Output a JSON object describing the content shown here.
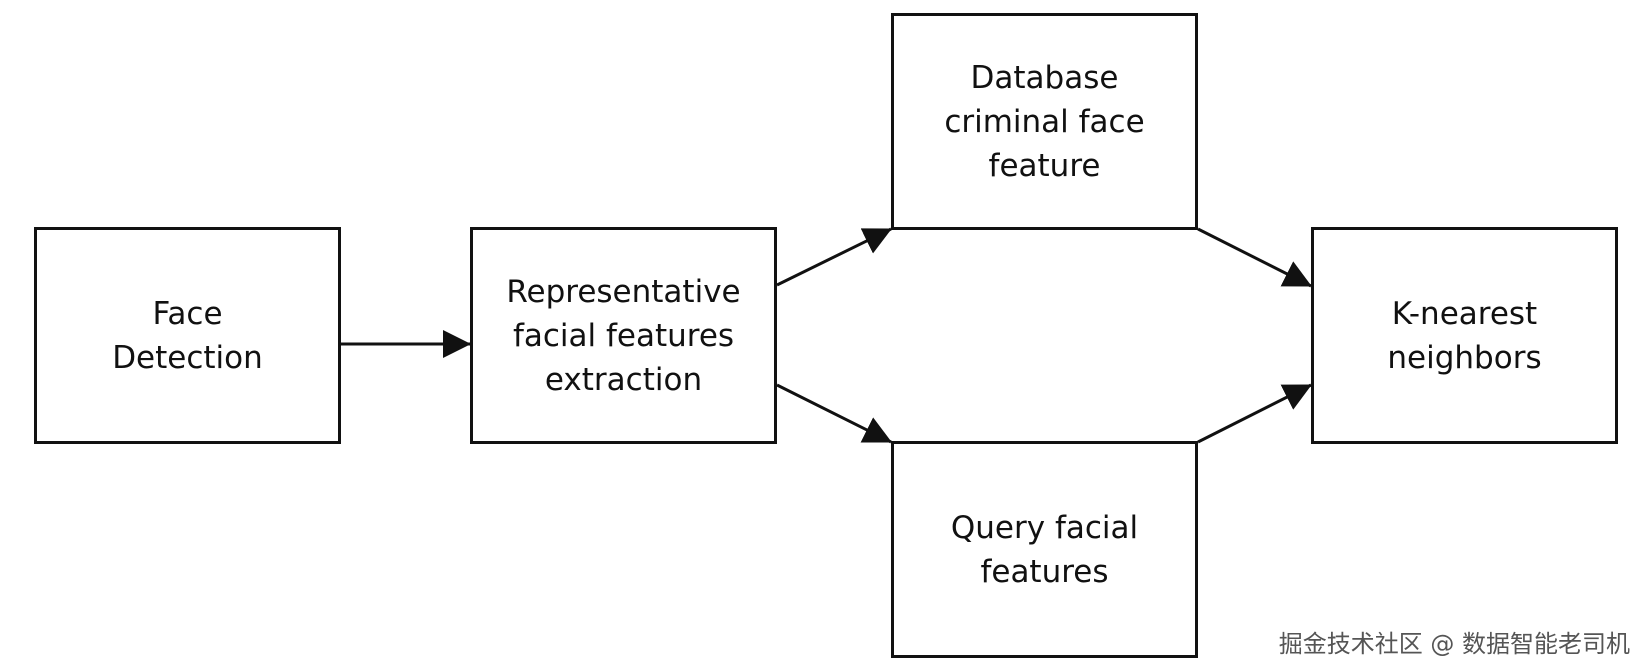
{
  "nodes": {
    "face_detection": "Face\nDetection",
    "representative": "Representative\nfacial features\nextraction",
    "database": "Database\ncriminal face\nfeature",
    "query": "Query facial\nfeatures",
    "knn": "K-nearest\nneighbors"
  },
  "watermark": "掘金技术社区 @ 数据智能老司机",
  "colors": {
    "stroke": "#111111",
    "background": "#ffffff"
  }
}
